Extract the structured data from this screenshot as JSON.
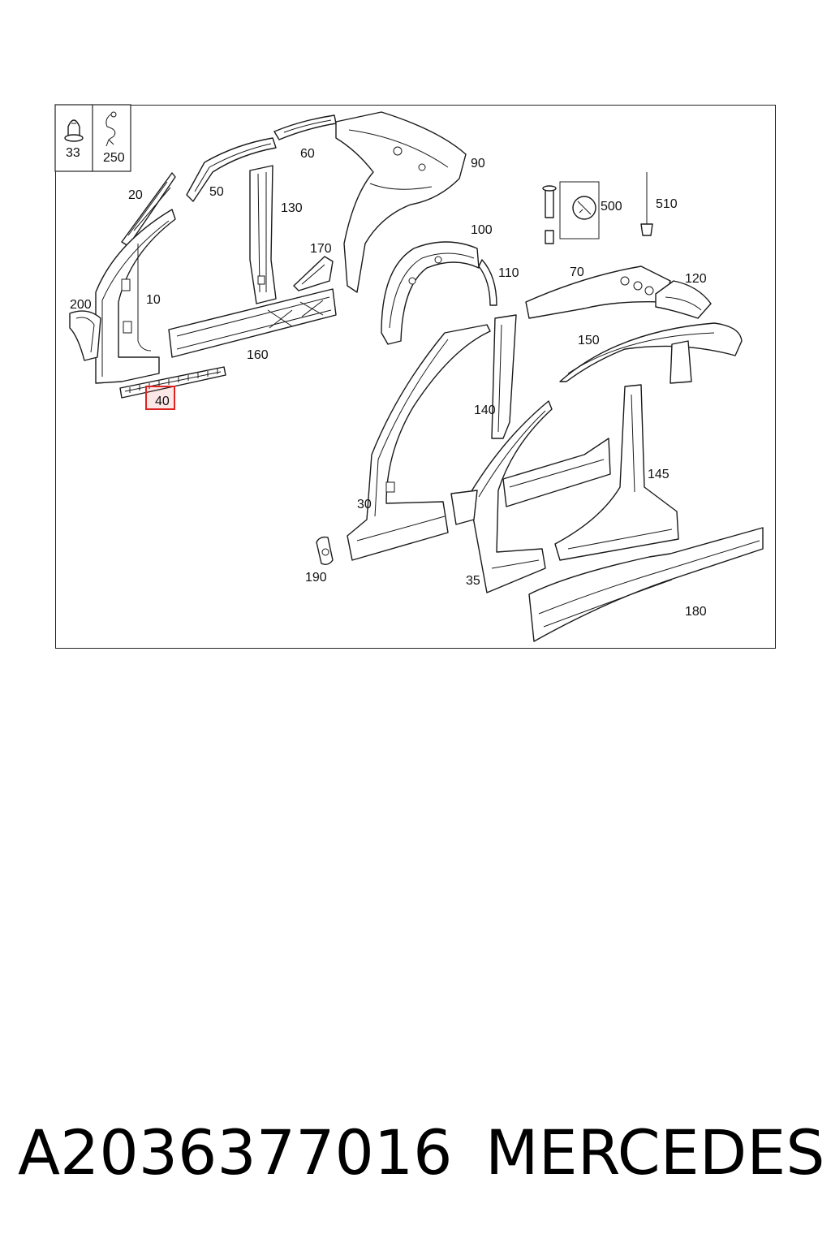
{
  "diagram": {
    "fastener_box": {
      "items": [
        {
          "label": "33",
          "icon": "clip-icon"
        },
        {
          "label": "250",
          "icon": "spring-clip-icon"
        }
      ]
    },
    "callouts": {
      "p10": "10",
      "p20": "20",
      "p30": "30",
      "p35": "35",
      "p40": "40",
      "p50": "50",
      "p60": "60",
      "p70": "70",
      "p90": "90",
      "p100": "100",
      "p110": "110",
      "p120": "120",
      "p130": "130",
      "p140": "140",
      "p145": "145",
      "p150": "150",
      "p160": "160",
      "p170": "170",
      "p180": "180",
      "p190": "190",
      "p200": "200",
      "p500": "500",
      "p510": "510"
    },
    "highlighted_part": "40",
    "highlight_color": "#d22222"
  },
  "footer": {
    "part_number": "A2036377016",
    "brand": "MERCEDES"
  }
}
